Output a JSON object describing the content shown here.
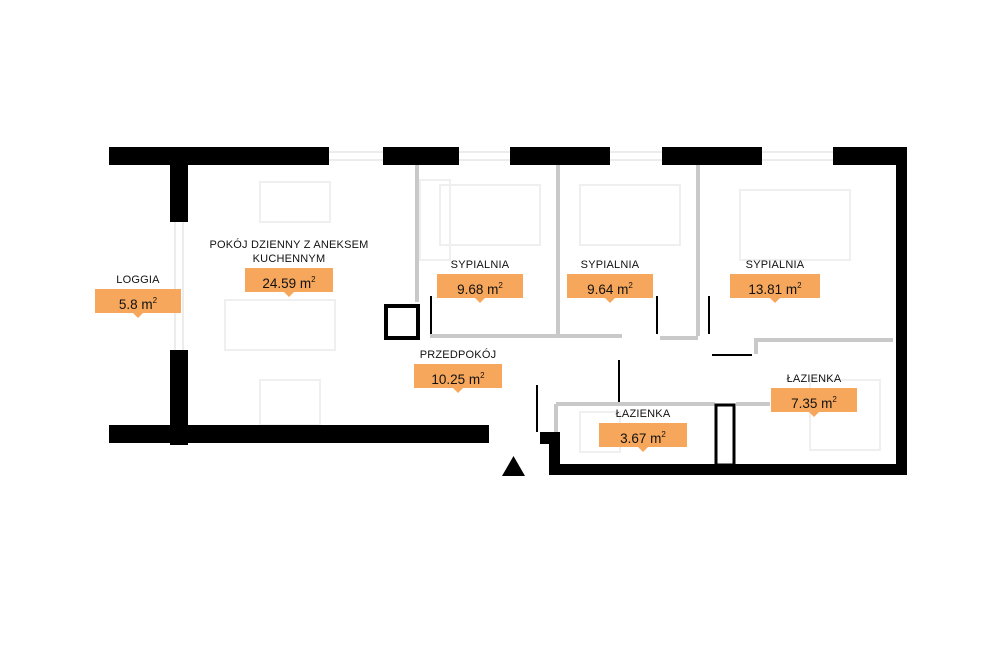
{
  "colors": {
    "wall": "#000000",
    "inner_wall": "#c9c9c9",
    "badge": "#f6a75c",
    "furniture": "#eeeeee"
  },
  "entrance_icon": "entrance-arrow-icon",
  "rooms": [
    {
      "id": "loggia",
      "name": "LOGGIA",
      "area": "5.8",
      "unit": "m",
      "exp": "2"
    },
    {
      "id": "living",
      "name": "POKÓJ DZIENNY Z ANEKSEM KUCHENNYM",
      "area": "24.59",
      "unit": "m",
      "exp": "2"
    },
    {
      "id": "bedroom1",
      "name": "SYPIALNIA",
      "area": "9.68",
      "unit": "m",
      "exp": "2"
    },
    {
      "id": "bedroom2",
      "name": "SYPIALNIA",
      "area": "9.64",
      "unit": "m",
      "exp": "2"
    },
    {
      "id": "bedroom3",
      "name": "SYPIALNIA",
      "area": "13.81",
      "unit": "m",
      "exp": "2"
    },
    {
      "id": "hall",
      "name": "PRZEDPOKÓJ",
      "area": "10.25",
      "unit": "m",
      "exp": "2"
    },
    {
      "id": "bathroom1",
      "name": "ŁAZIENKA",
      "area": "3.67",
      "unit": "m",
      "exp": "2"
    },
    {
      "id": "bathroom2",
      "name": "ŁAZIENKA",
      "area": "7.35",
      "unit": "m",
      "exp": "2"
    }
  ]
}
